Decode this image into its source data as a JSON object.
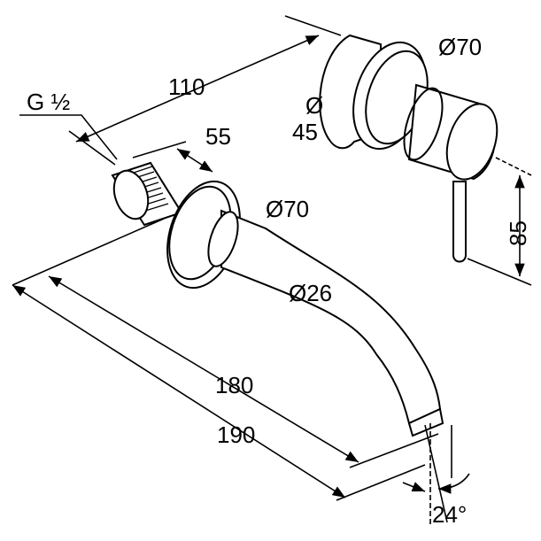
{
  "dimensions": {
    "thread": "G ½",
    "length_110": "110",
    "length_55": "55",
    "rosette_diameter_spout": "Ø70",
    "rosette_diameter_body": "Ø70",
    "inner_diameter_top": "Ø",
    "inner_diameter_value": "45",
    "spout_diameter": "Ø26",
    "lever_height": "85",
    "length_180": "180",
    "length_190": "190",
    "angle": "24°"
  },
  "colors": {
    "line": "#000000",
    "background": "#ffffff"
  }
}
